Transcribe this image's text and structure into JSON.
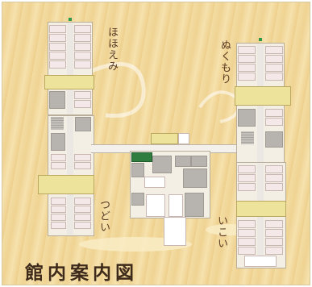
{
  "map": {
    "title": "館内案内図",
    "zones": {
      "northwest": "ほほえみ",
      "northeast": "ぬくもり",
      "southwest": "つどい",
      "southeast": "いこい"
    }
  },
  "colors": {
    "background": "#f1d79c",
    "room": "#ffffff",
    "hall": "#eee39a",
    "service": "#b7b3ae",
    "emergency_exit": "#2c9a4a"
  }
}
